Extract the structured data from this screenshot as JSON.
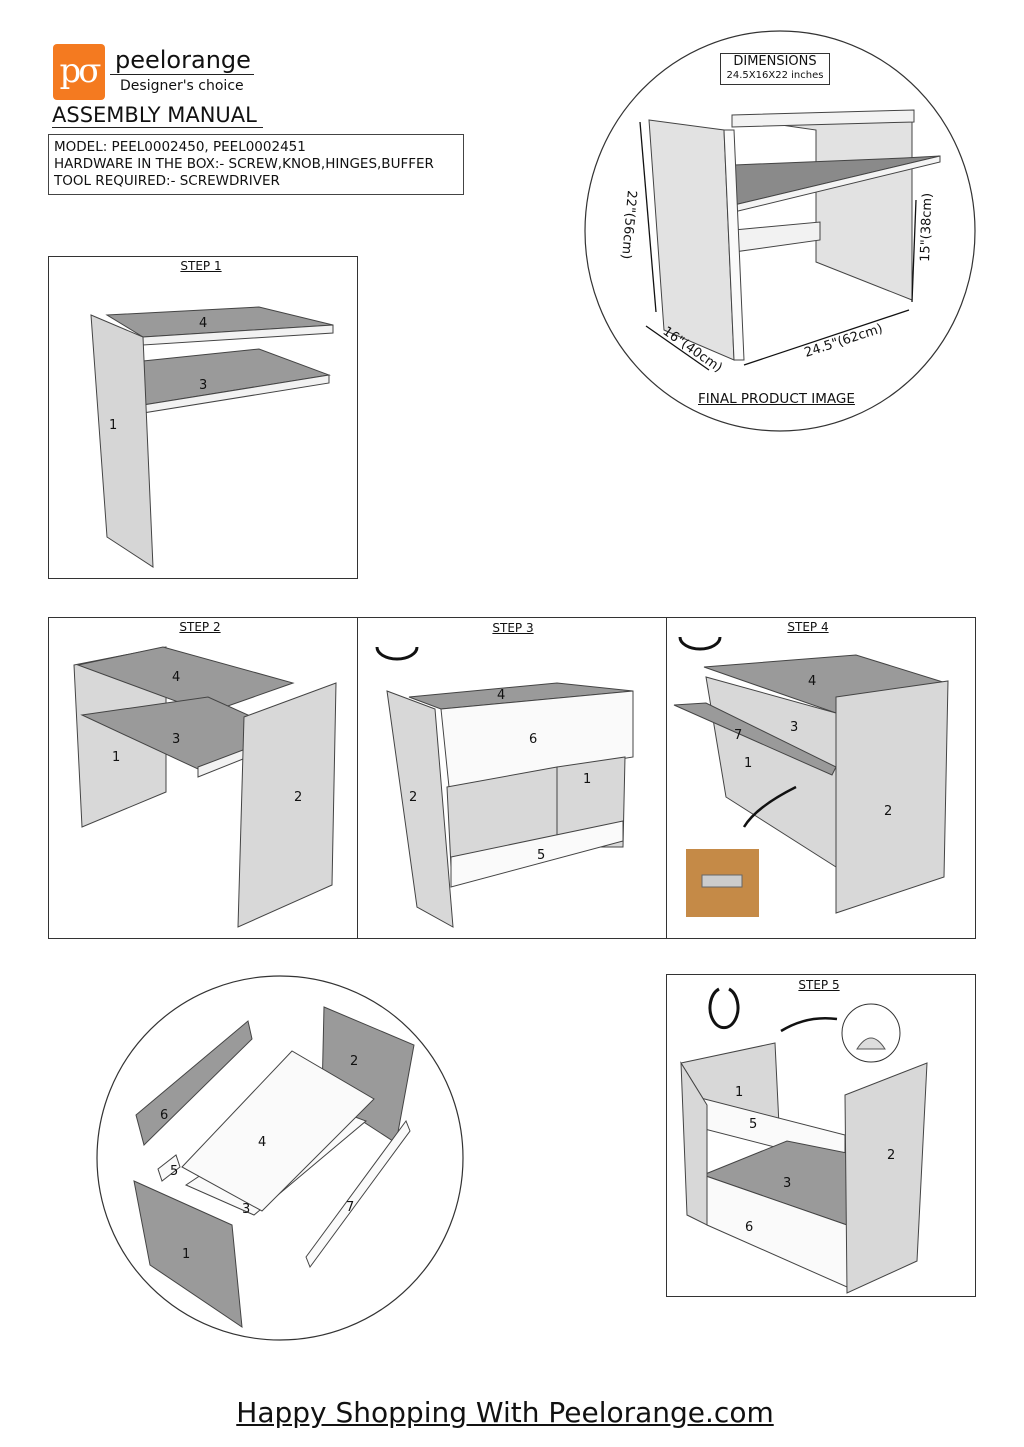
{
  "header": {
    "logo_text": "pσ",
    "brand": "peelorange",
    "tagline": "Designer's choice",
    "title": "ASSEMBLY MANUAL"
  },
  "info": {
    "model": "MODEL:  PEEL0002450, PEEL0002451",
    "hardware": "HARDWARE IN THE BOX:- SCREW,KNOB,HINGES,BUFFER",
    "tool": "TOOL REQUIRED:- SCREWDRIVER"
  },
  "product": {
    "dimensions_title": "DIMENSIONS",
    "dimensions_value": "24.5X16X22 inches",
    "height": "22\"(56cm)",
    "depth": "16\"(40cm)",
    "width": "24.5\"(62cm)",
    "leg_height": "15\"(38cm)",
    "caption": "FINAL PRODUCT IMAGE"
  },
  "steps": {
    "s1": {
      "label": "STEP 1",
      "parts": [
        "4",
        "3",
        "1"
      ]
    },
    "s2": {
      "label": "STEP 2",
      "parts": [
        "4",
        "3",
        "1",
        "2"
      ]
    },
    "s3": {
      "label": "STEP 3",
      "parts": [
        "4",
        "6",
        "1",
        "2",
        "5"
      ]
    },
    "s4": {
      "label": "STEP 4",
      "parts": [
        "4",
        "3",
        "7",
        "1",
        "2"
      ]
    },
    "s5": {
      "label": "STEP 5",
      "parts": [
        "1",
        "5",
        "2",
        "3",
        "6"
      ]
    }
  },
  "exploded": {
    "parts": [
      "2",
      "6",
      "4",
      "5",
      "3",
      "7",
      "1"
    ]
  },
  "footer": "Happy Shopping With Peelorange.com"
}
